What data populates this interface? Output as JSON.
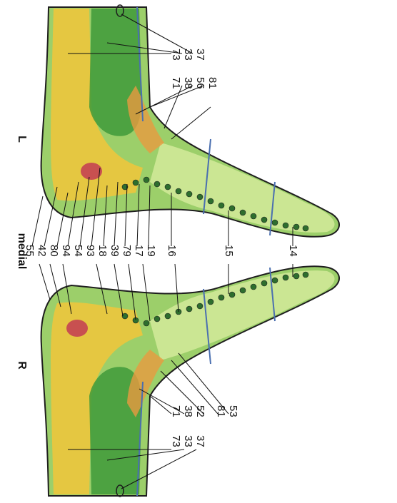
{
  "side_labels": {
    "left": "L",
    "center": "medial",
    "right": "R"
  },
  "left_foot_labels": [
    "37",
    "33",
    "73",
    "38",
    "71",
    "56",
    "81"
  ],
  "center_labels": [
    "55",
    "42",
    "80",
    "94",
    "54",
    "93",
    "18",
    "39",
    "79",
    "17",
    "19",
    "16",
    "15",
    "14"
  ],
  "right_foot_labels": [
    "71",
    "38",
    "52",
    "81",
    "53",
    "73",
    "33",
    "37"
  ],
  "colors": {
    "skin_green": "#9ccf6a",
    "pale_green": "#d4ea9a",
    "muscle_green": "#3f9a3a",
    "fat_yellow": "#f2c53a",
    "orange": "#e89a40",
    "red": "#c85050",
    "outline": "#1e1e1e",
    "blue": "#4a6fb0"
  }
}
